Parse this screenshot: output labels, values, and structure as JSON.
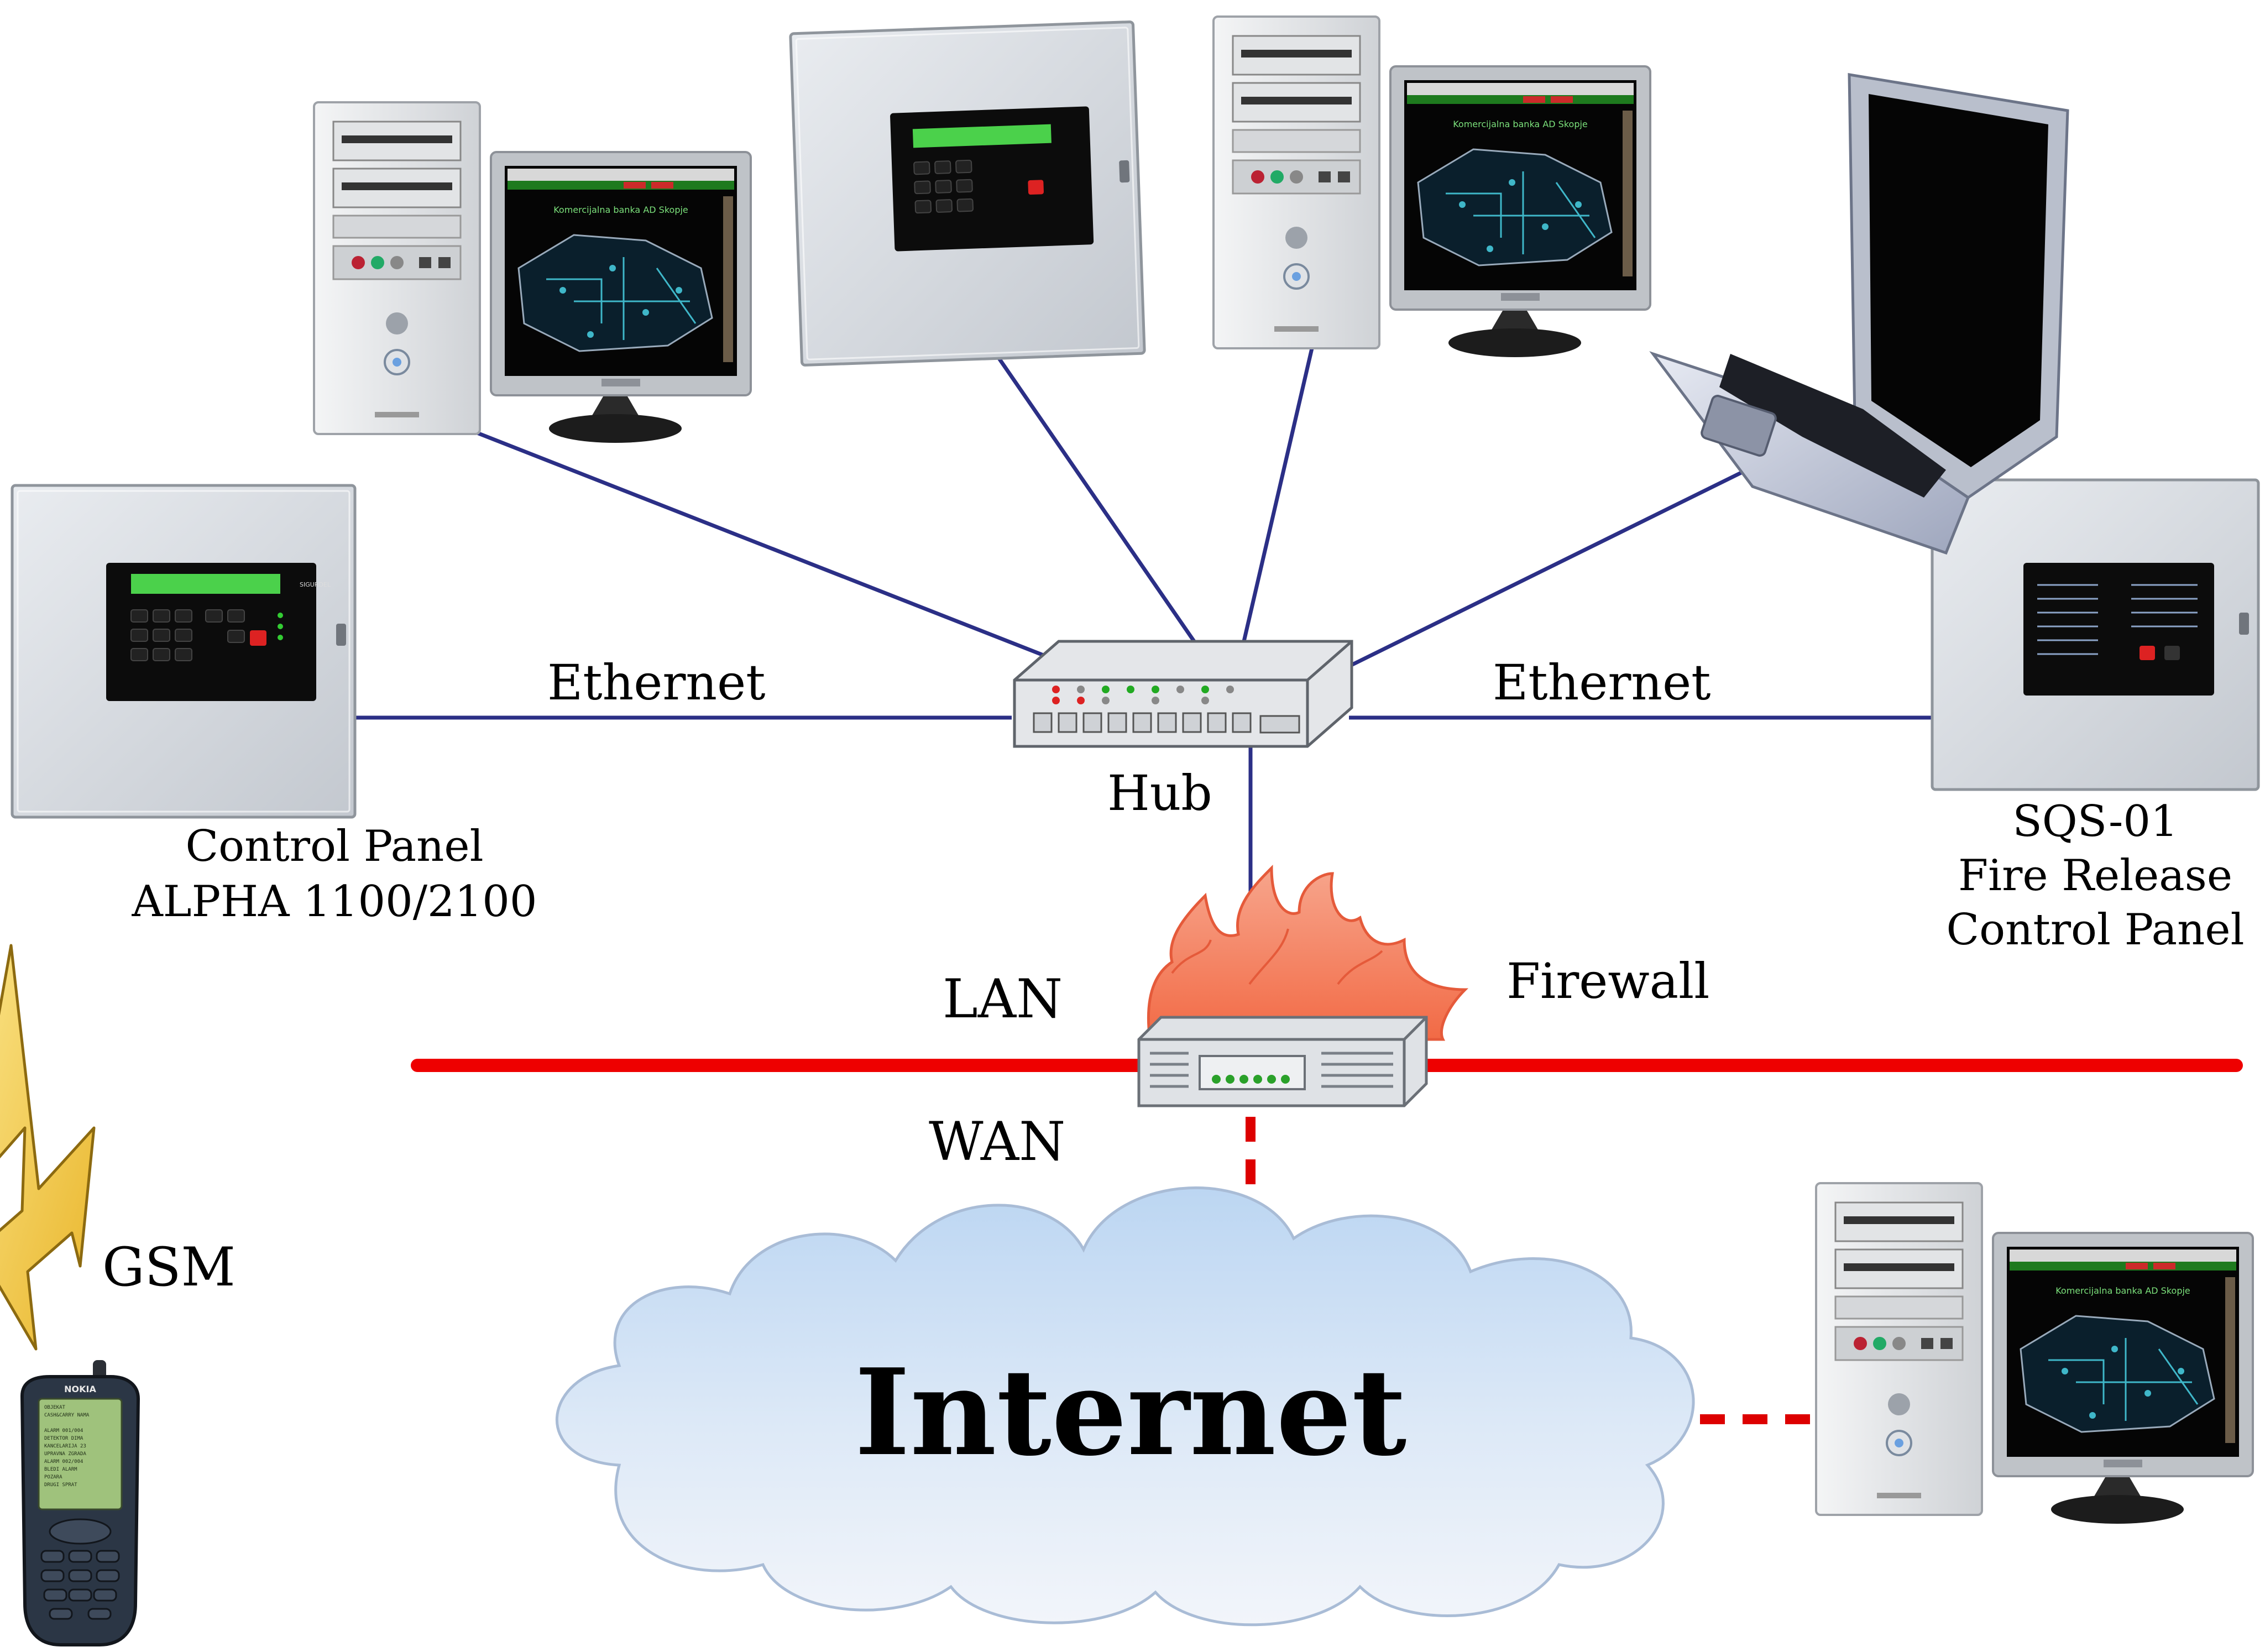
{
  "labels": {
    "ethernet_left": "Ethernet",
    "ethernet_right": "Ethernet",
    "hub": "Hub",
    "control_panel_line1": "Control Panel",
    "control_panel_line2": "ALPHA 1100/2100",
    "sqs_line1": "SQS-01",
    "sqs_line2": "Fire Release",
    "sqs_line3": "Control Panel",
    "lan": "LAN",
    "wan": "WAN",
    "firewall": "Firewall",
    "gsm": "GSM",
    "internet": "Internet"
  },
  "screens": {
    "title": "Komercijalna banka AD Skopje"
  },
  "panels": {
    "brand": "SIGURDEL"
  },
  "phone": {
    "brand": "NOKIA",
    "lines": [
      "OBJEKAT",
      "CASH&CARRY NAMA",
      "",
      "ALARM 001/004",
      "DETEKTOR DIMA",
      "KANCELARIJA 23",
      "UPRAVNA ZGRADA",
      "ALARM 002/004",
      "BLEDI ALARM",
      "POZARA",
      "DRUGI SPRAT"
    ]
  },
  "colors": {
    "ethernet_cable": "#2b2f86",
    "lan_line": "#ee0000",
    "wan_dashed": "#dd0000",
    "flame": "#f5805f",
    "cloud": "#c8daf0",
    "lightning": "#f7d24a"
  }
}
